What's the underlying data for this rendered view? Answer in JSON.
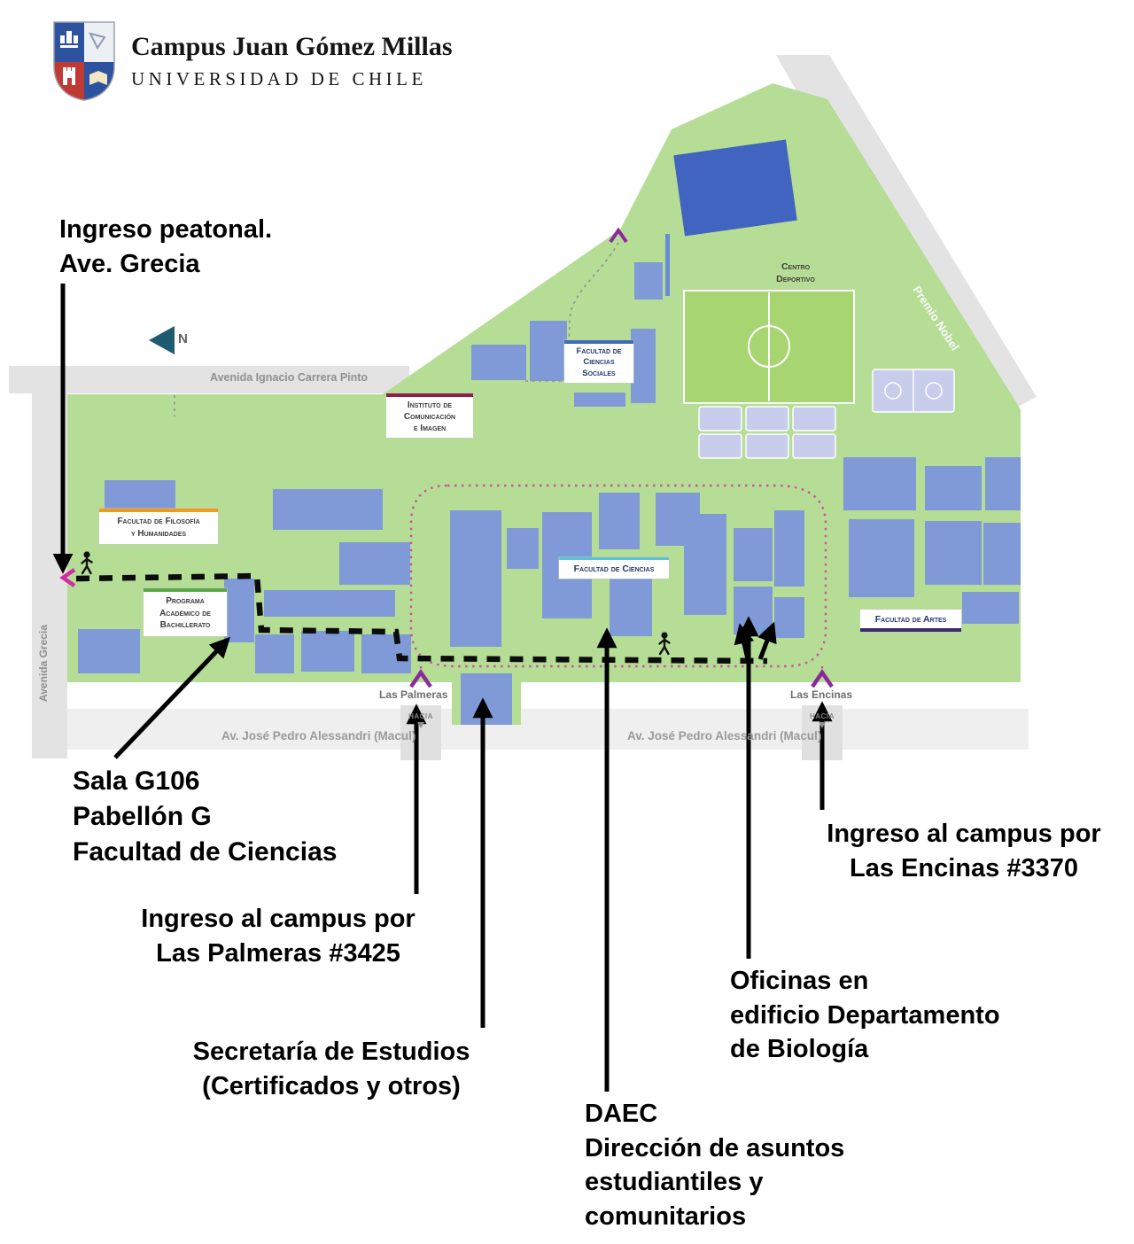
{
  "logo": {
    "title": "Campus Juan Gómez Millas",
    "subtitle": "UNIVERSIDAD DE CHILE"
  },
  "map": {
    "north_label": "N",
    "streets": {
      "carrera_pinto": "Avenida Ignacio Carrera Pinto",
      "grecia": "Avenida Grecia",
      "premio_nobel": "Premio Nobel",
      "alessandri": "Av. José Pedro Alessandri (Macul)",
      "hacia": "HACIA"
    },
    "entrances": {
      "las_palmeras": "Las Palmeras",
      "las_encinas": "Las Encinas"
    },
    "labels": {
      "centro_deportivo": {
        "lines": [
          "Centro",
          "Deportivo"
        ]
      },
      "ciencias_sociales": {
        "lines": [
          "Facultad de",
          "Ciencias",
          "Sociales"
        ]
      },
      "comunicacion": {
        "lines": [
          "Instituto de",
          "Comunicación",
          "e Imagen"
        ]
      },
      "filosofia": {
        "lines": [
          "Facultad de Filosofía",
          "y Humanidades"
        ]
      },
      "bachillerato": {
        "lines": [
          "Programa",
          "Académico de",
          "Bachillerato"
        ]
      },
      "ciencias": "Facultad de Ciencias",
      "artes": "Facultad de Artes"
    }
  },
  "annotations": {
    "ingreso_peatonal": {
      "lines": [
        "Ingreso peatonal.",
        "Ave. Grecia"
      ]
    },
    "sala_g106": {
      "lines": [
        "Sala G106",
        "Pabellón G",
        "Facultad de Ciencias"
      ]
    },
    "ingreso_palmeras": {
      "lines": [
        "Ingreso al campus por",
        "Las Palmeras #3425"
      ]
    },
    "secretaria": {
      "lines": [
        "Secretaría de Estudios",
        "(Certificados y otros)"
      ]
    },
    "daec": {
      "lines": [
        "DAEC",
        "Dirección de asuntos",
        "estudiantiles y",
        "comunitarios"
      ]
    },
    "oficinas_biologia": {
      "lines": [
        "Oficinas en",
        "edificio Departamento",
        "de Biología"
      ]
    },
    "ingreso_encinas": {
      "lines": [
        "Ingreso al campus por",
        "Las Encinas #3370"
      ]
    }
  },
  "colors": {
    "campus_green": "#b6dd95",
    "field_green": "#a6d571",
    "building_blue": "#7f9ad6",
    "building_dark_blue": "#4064bf",
    "court_lavender": "#c7cdeb",
    "road_gray": "#e3e3e3",
    "route_black": "#0c0c0c",
    "loop_pink": "#c9519e",
    "entrance_purple": "#8a2b9b",
    "entrance_magenta": "#cf2f9f",
    "north_teal": "#1e5a70",
    "accent_ciencias_sociales": "#3f6ab5",
    "accent_comunicacion": "#8e1f47",
    "accent_filosofia": "#ef9b1d",
    "accent_bachillerato": "#58a846",
    "accent_ciencias": "#57c5d5",
    "accent_artes": "#3a2a6e",
    "shield_blue": "#2d52a0",
    "shield_red": "#bf3a33"
  }
}
